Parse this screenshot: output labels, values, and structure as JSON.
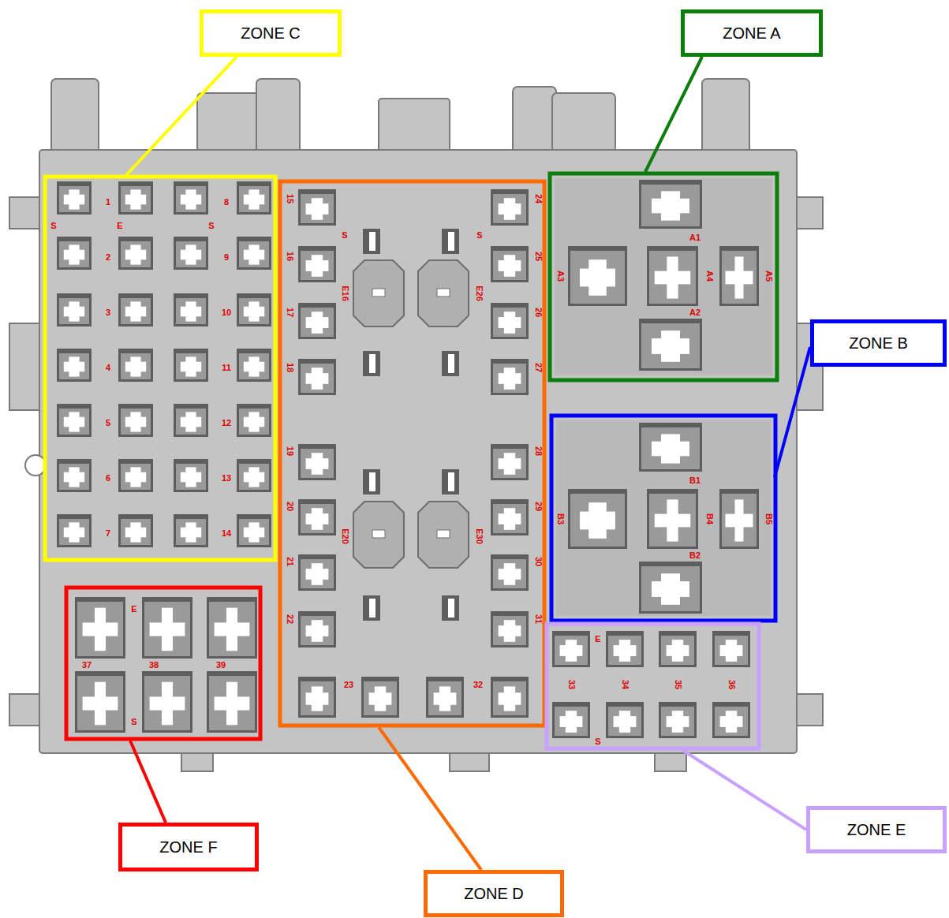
{
  "diagram": {
    "nodes": [
      {
        "text": [
          "ZONE C"
        ]
      },
      {
        "text": [
          "ZONE A"
        ]
      },
      {
        "text": [
          "ZONE B"
        ]
      },
      {
        "text": [
          "ZONE E"
        ]
      },
      {
        "text": [
          "ZONE F"
        ]
      },
      {
        "text": [
          "ZONE D"
        ]
      }
    ],
    "labels": [
      "1",
      "2",
      "3",
      "4",
      "5",
      "6",
      "7",
      "8",
      "9",
      "10",
      "11",
      "12",
      "13",
      "14",
      "S",
      "E",
      "S",
      "15",
      "16",
      "17",
      "18",
      "19",
      "20",
      "21",
      "22",
      "24",
      "25",
      "26",
      "27",
      "28",
      "29",
      "30",
      "31",
      "23",
      "32",
      "S",
      "S",
      "E16",
      "E26",
      "E20",
      "E30",
      "A1",
      "A2",
      "A3",
      "A4",
      "A5",
      "B1",
      "B2",
      "B3",
      "B4",
      "B5",
      "33",
      "34",
      "35",
      "36",
      "E",
      "S",
      "37",
      "38",
      "39",
      "E",
      "S"
    ]
  }
}
